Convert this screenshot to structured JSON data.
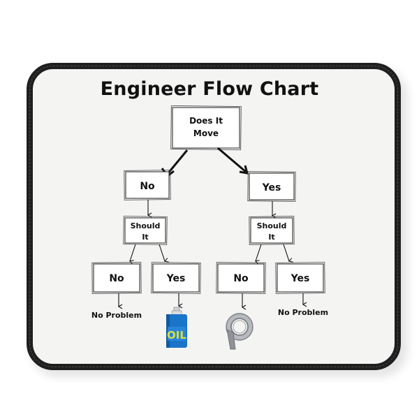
{
  "title": "Engineer Flow Chart",
  "nodes": {
    "root": "Does It Move",
    "root_line1": "Does It",
    "root_line2": "Move",
    "left_answer": "No",
    "right_answer": "Yes",
    "left_question_line1": "Should",
    "left_question_line2": "It",
    "right_question_line1": "Should",
    "right_question_line2": "It",
    "left_left": "No",
    "left_right": "Yes",
    "right_left": "No",
    "right_right": "Yes"
  },
  "outcomes": {
    "left_left": "No Problem",
    "left_right_icon": "oil-can-icon",
    "left_right_text": "OIL",
    "right_left_icon": "duct-tape-icon",
    "right_right": "No Problem"
  },
  "colors": {
    "mat_border": "#1f1f1f",
    "mat_surface": "#f4f4f3",
    "oil_can_body": "#1a74c9",
    "oil_label": "#d8e23c",
    "tape": "#8f9296"
  }
}
